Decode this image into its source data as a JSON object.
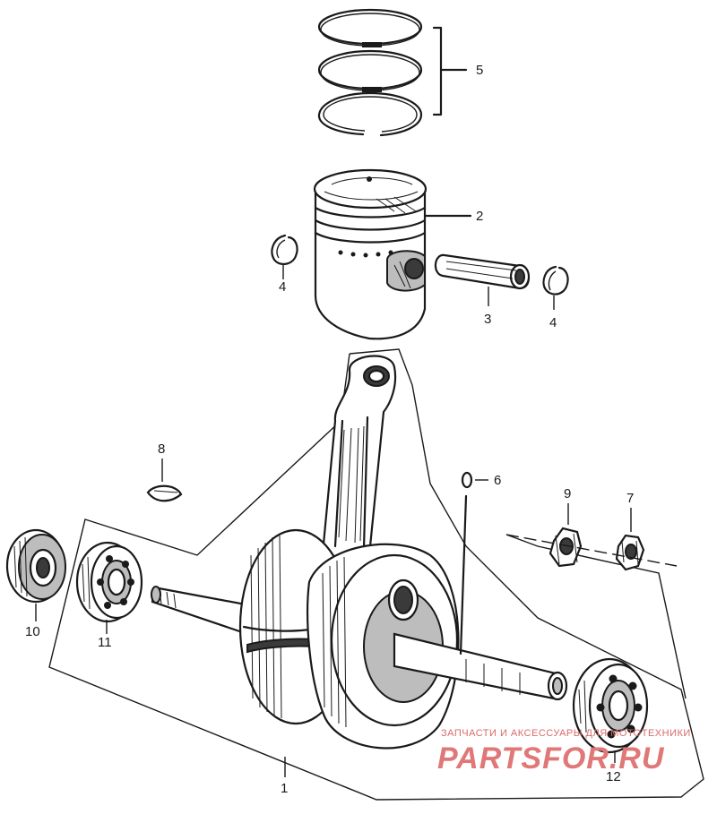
{
  "callouts": {
    "c1": "1",
    "c2": "2",
    "c3": "3",
    "c4a": "4",
    "c4b": "4",
    "c5": "5",
    "c6": "6",
    "c7": "7",
    "c8": "8",
    "c9": "9",
    "c10": "10",
    "c11": "11",
    "c12": "12"
  },
  "watermark": {
    "tagline": "ЗАПЧАСТИ И АКСЕССУАРЫ ДЛЯ МОТОТЕХНИКИ",
    "logo": "PARTSFOR.RU"
  },
  "colors": {
    "ink": "#1a1a1a",
    "watermark": "#e07878"
  }
}
